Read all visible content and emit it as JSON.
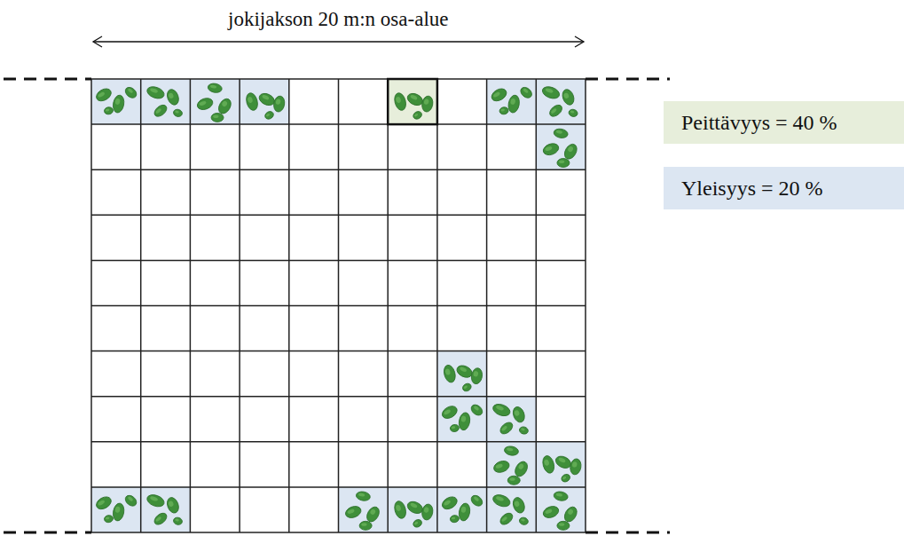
{
  "diagram": {
    "labels": [
      "jokijakson 20 m:n osa-alue"
    ],
    "legend": [
      {
        "text": "Peittävyys = 40 %",
        "color": "#e7eedb"
      },
      {
        "text": "Yleisyys = 20 %",
        "color": "#dce6f2"
      }
    ]
  }
}
